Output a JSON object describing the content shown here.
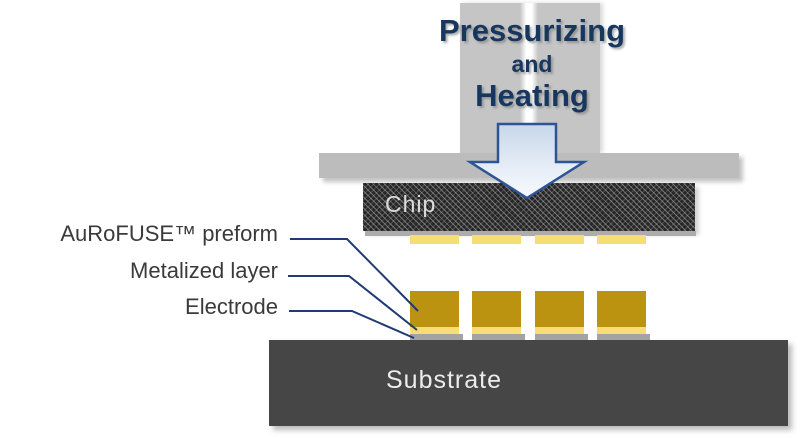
{
  "title": {
    "line1": "Pressurizing",
    "line2": "and",
    "line3": "Heating"
  },
  "chip": {
    "label": "Chip"
  },
  "substrate": {
    "label": "Substrate"
  },
  "annotations": [
    {
      "label": "AuRoFUSE™ preform"
    },
    {
      "label": "Metalized layer"
    },
    {
      "label": "Electrode"
    }
  ],
  "structure": {
    "pad_count": 4
  },
  "colors": {
    "title_text": "#17375E",
    "press_tool": "#C5C5C5",
    "press_bar": "#BCBCBC",
    "arrow_fill_top": "#C7D7EB",
    "arrow_fill_mid": "#E4ECF6",
    "arrow_fill_bottom": "#F7FAFD",
    "arrow_outline": "#2F5496",
    "chip_base": "#262626",
    "substrate": "#464646",
    "preform_gold": "#BB9310",
    "metalized_yellow": "#F7DD76",
    "electrode_gray": "#A3A3A3",
    "leader_line": "#1F3B73",
    "label_text": "#3A3A3A",
    "chip_label_text": "#DCDCDC",
    "substrate_label_text": "#ECECEC"
  }
}
